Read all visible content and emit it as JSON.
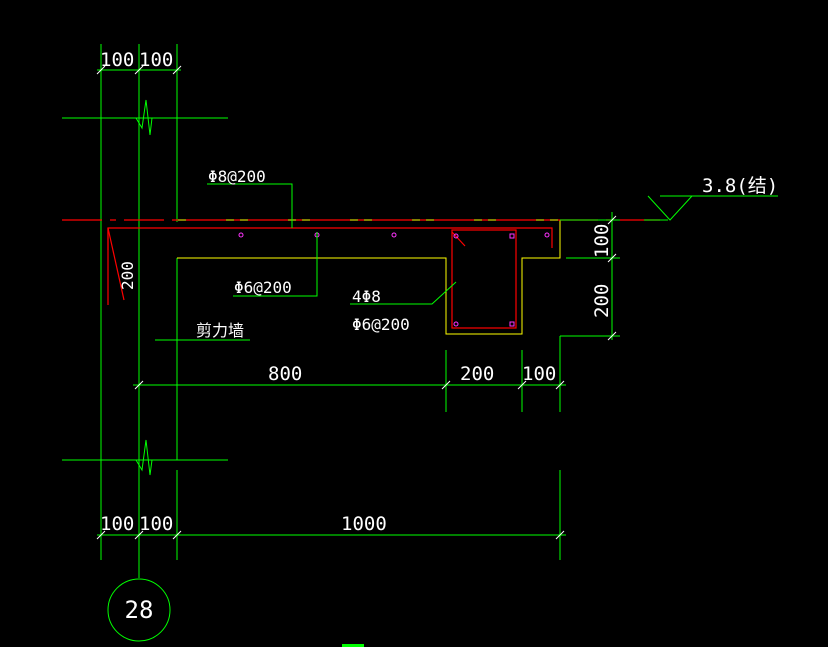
{
  "drawing": {
    "dims_top": {
      "a": "100",
      "b": "100"
    },
    "dims_bottom": {
      "a": "100",
      "b": "100",
      "c": "1000"
    },
    "dims_mid": {
      "a": "800",
      "b": "200",
      "c": "100"
    },
    "dims_right": {
      "a": "100",
      "b": "200"
    },
    "dim_wall_left": "200",
    "rebar_top": "Φ8@200",
    "rebar_slab": "Φ6@200",
    "rebar_beam_main": "4Φ8",
    "rebar_beam_stirrup": "Φ6@200",
    "wall_label": "剪力墙",
    "elevation": "3.8(结)",
    "detail_number": "28"
  },
  "colors": {
    "background": "#000000",
    "dimension_lines": "#00ff00",
    "concrete_outline": "#ffff00",
    "rebar": "#ff0000",
    "text": "#ffffff",
    "rebar_dots": "#ff33ff"
  }
}
